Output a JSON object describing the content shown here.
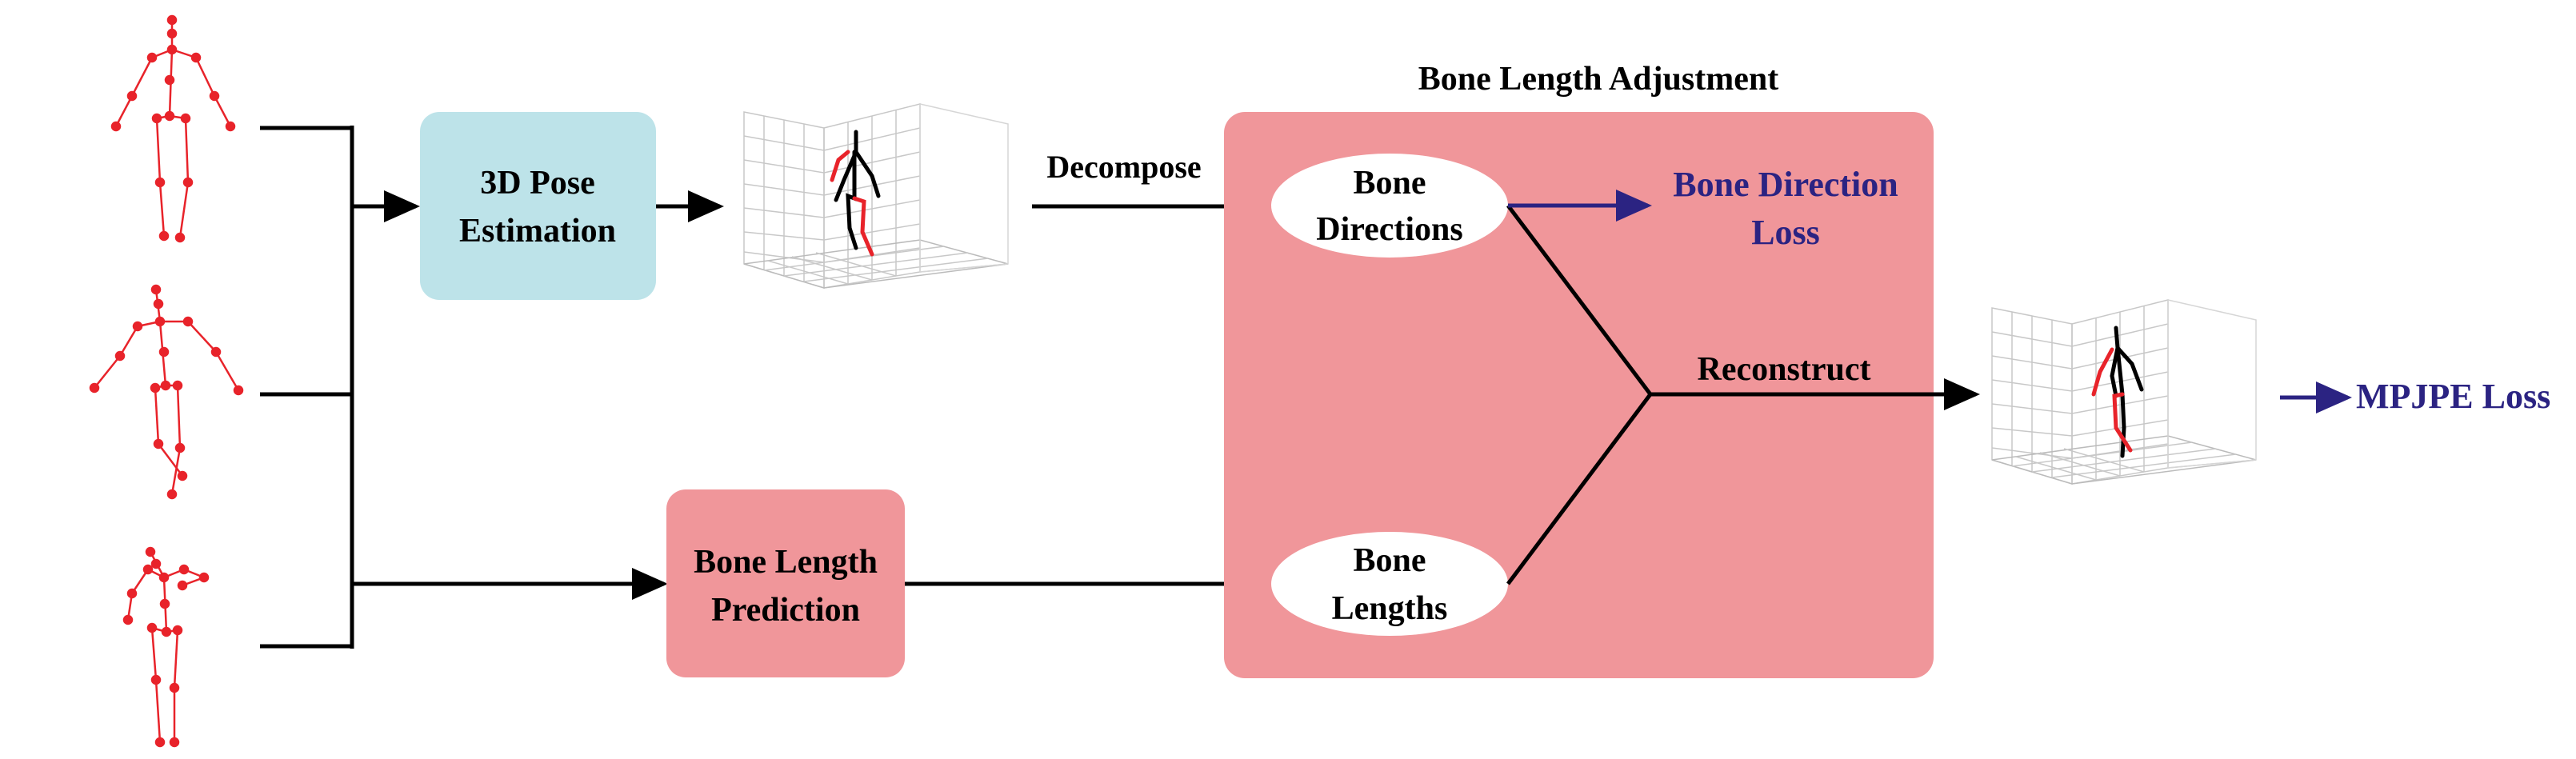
{
  "colors": {
    "salmon": "#f0969a",
    "light_blue": "#bde3e9",
    "navy": "#2b2382",
    "black": "#000000",
    "red": "#e8232a",
    "grid": "#c8c8c8"
  },
  "group": {
    "title": "Bone Length Adjustment"
  },
  "boxes": {
    "pose_estimation": {
      "line1": "3D Pose",
      "line2": "Estimation"
    },
    "bone_length_prediction": {
      "line1": "Bone Length",
      "line2": "Prediction"
    }
  },
  "ellipses": {
    "bone_directions": {
      "line1": "Bone",
      "line2": "Directions"
    },
    "bone_lengths": {
      "line1": "Bone",
      "line2": "Lengths"
    }
  },
  "edge_labels": {
    "decompose": "Decompose",
    "reconstruct": "Reconstruct"
  },
  "losses": {
    "bone_direction": {
      "line1": "Bone Direction",
      "line2": "Loss"
    },
    "mpjpe": "MPJPE Loss"
  }
}
